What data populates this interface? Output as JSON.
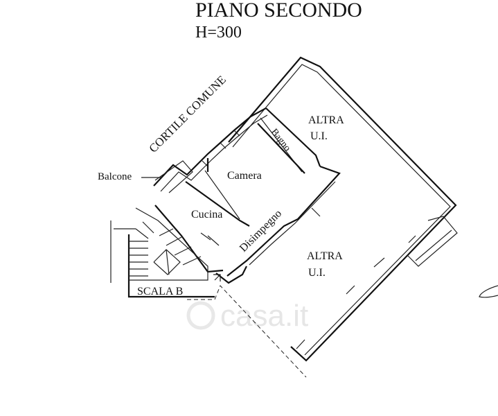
{
  "title": "PIANO SECONDO",
  "height_label": "H=300",
  "rooms": {
    "cortile": "CORTILE COMUNE",
    "balcone": "Balcone",
    "camera": "Camera",
    "bagno": "Bagno",
    "cucina": "Cucina",
    "disimpegno": "Disimpegno",
    "altra_ui_top_1": "ALTRA",
    "altra_ui_top_2": "U.I.",
    "altra_ui_bottom_1": "ALTRA",
    "altra_ui_bottom_2": "U.I.",
    "scala": "SCALA B"
  },
  "watermark": "casa.it"
}
